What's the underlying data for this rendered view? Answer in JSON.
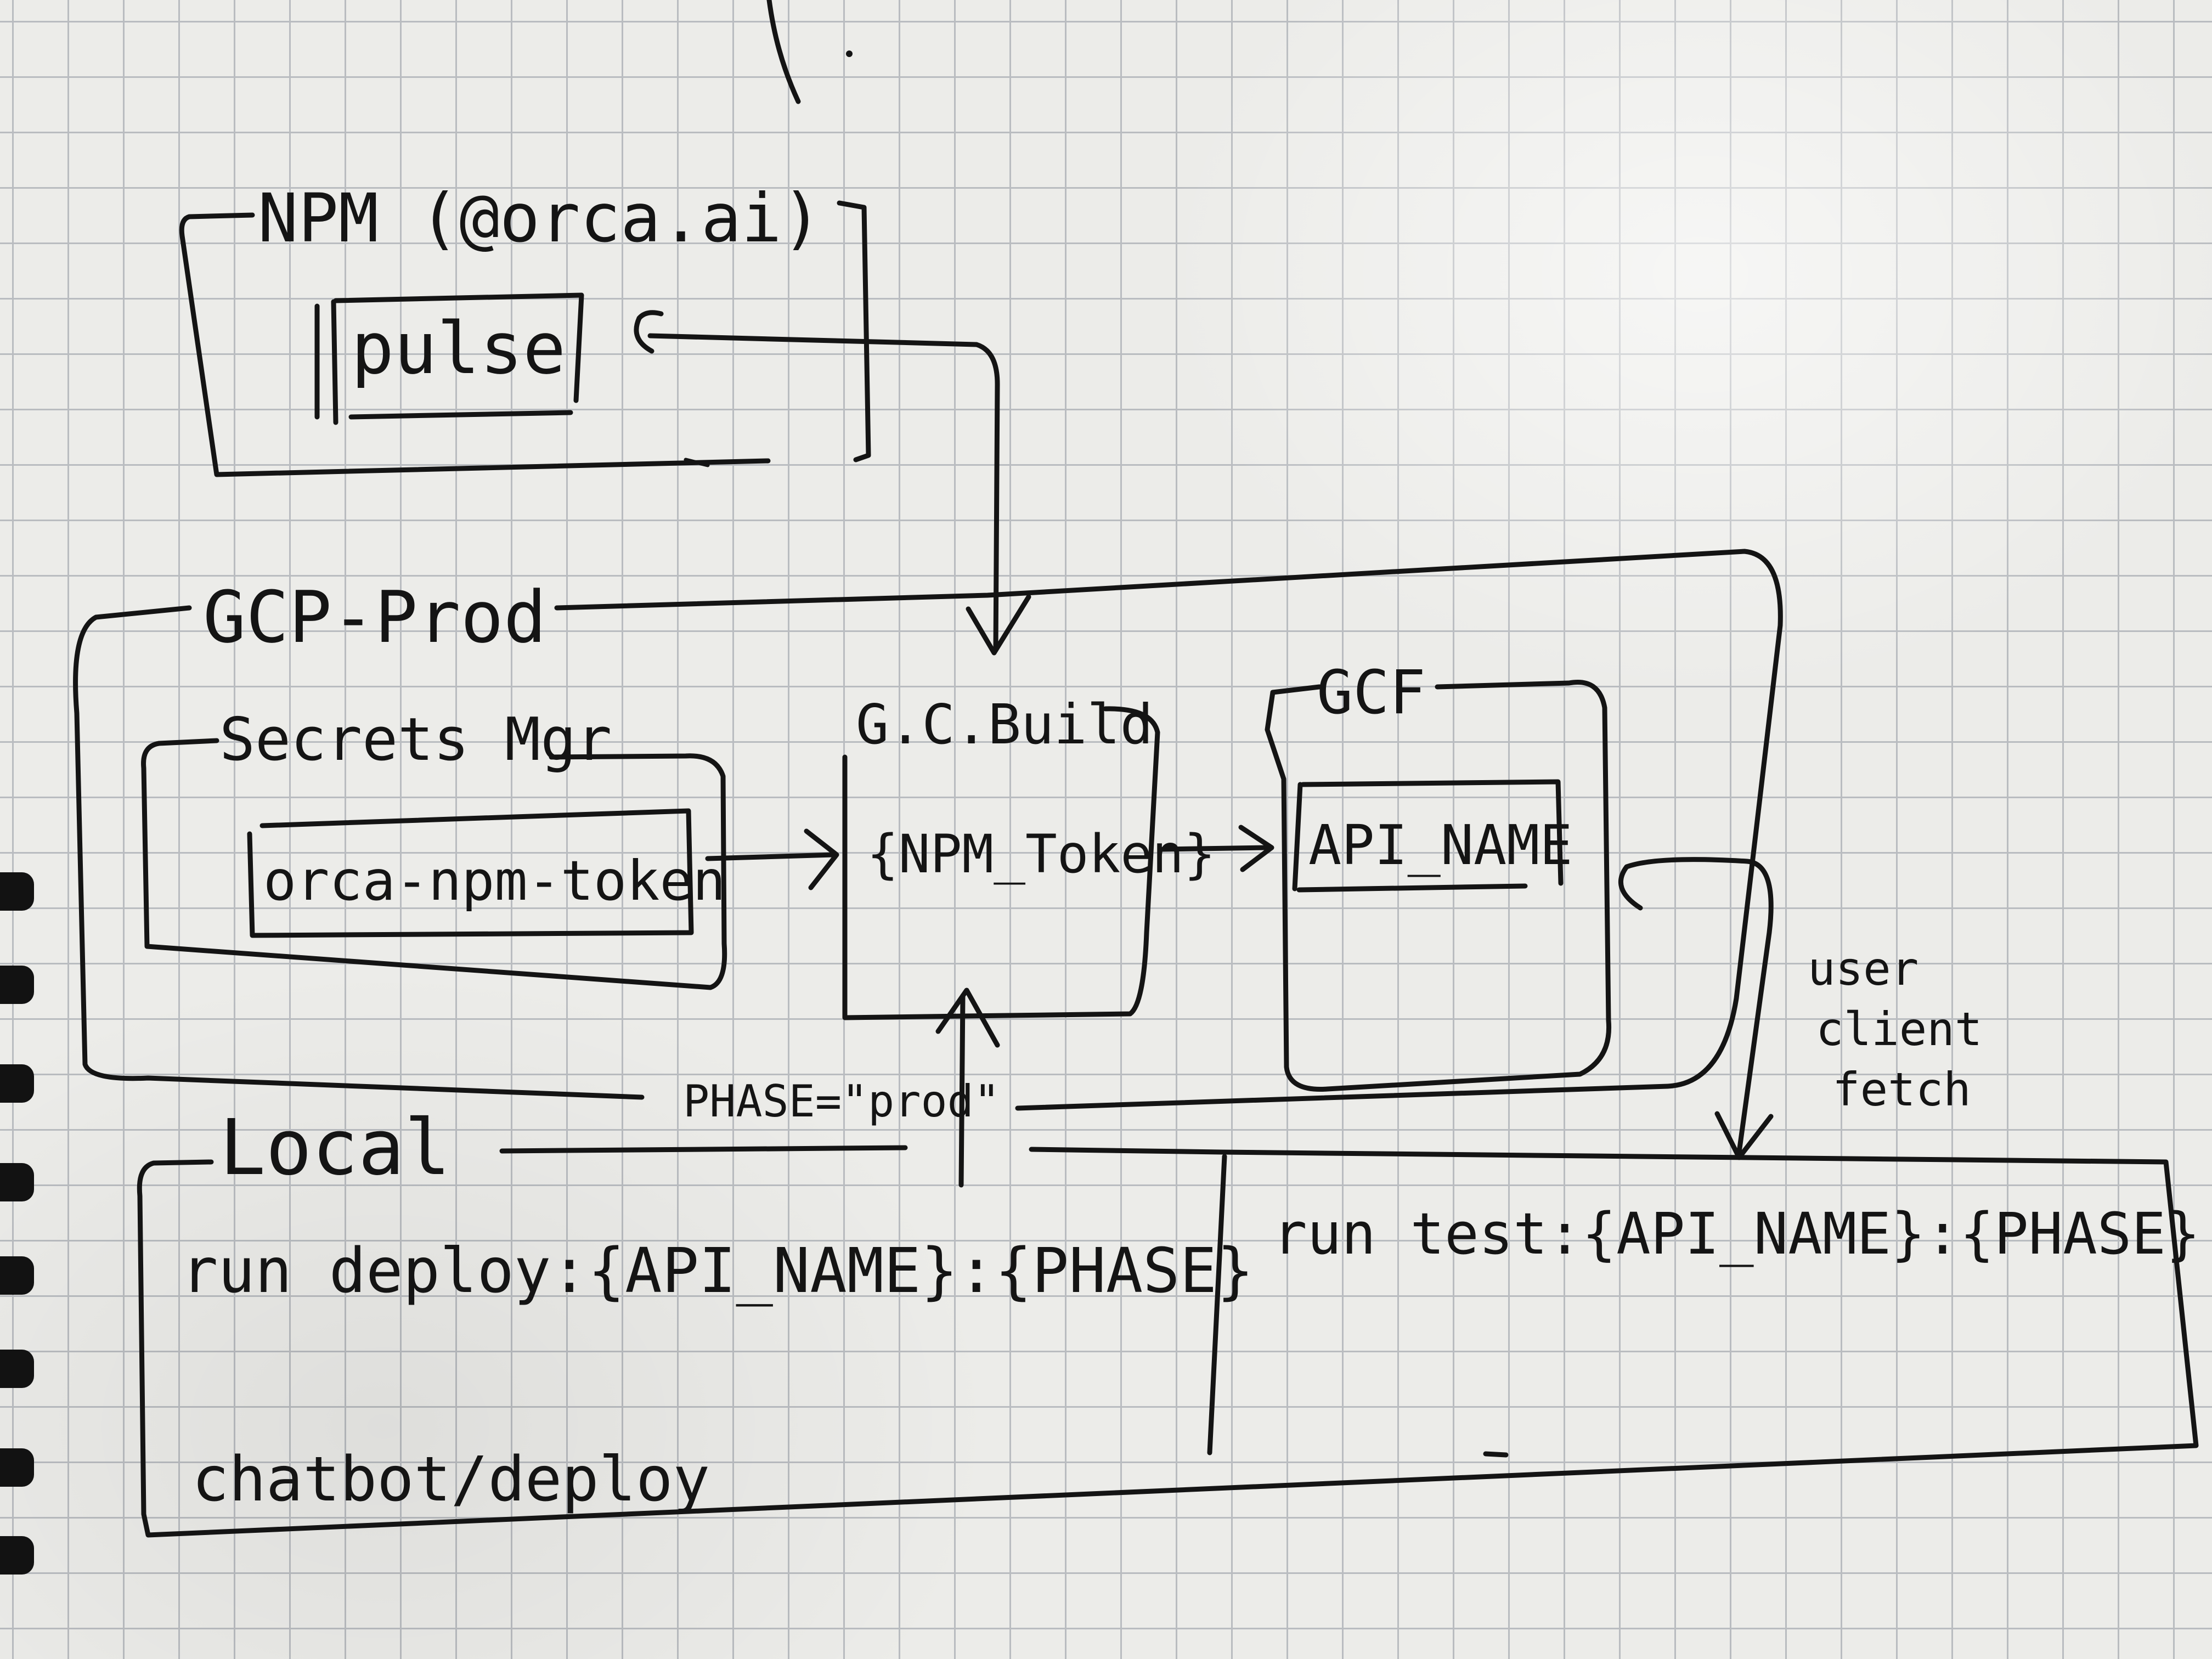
{
  "npm": {
    "label": "NPM (@orca.ai)",
    "package": "pulse"
  },
  "gcp": {
    "label": "GCP-Prod",
    "secrets": {
      "label": "Secrets Mgr",
      "item": "orca-npm-token"
    },
    "build": {
      "label": "G.C.Build",
      "var": "{NPM_Token}"
    },
    "gcf": {
      "label": "GCF",
      "item": "API_NAME"
    }
  },
  "edges": {
    "phase": "PHASE=\"prod\"",
    "user_fetch": [
      "user",
      "client",
      "fetch"
    ]
  },
  "local": {
    "label": "Local",
    "deploy_cmd": "run deploy:{API_NAME}:{PHASE}",
    "test_cmd": "run test:{API_NAME}:{PHASE}",
    "folder": "chatbot/deploy"
  },
  "ink_color": "#141414",
  "paper_color": "#ecece9"
}
